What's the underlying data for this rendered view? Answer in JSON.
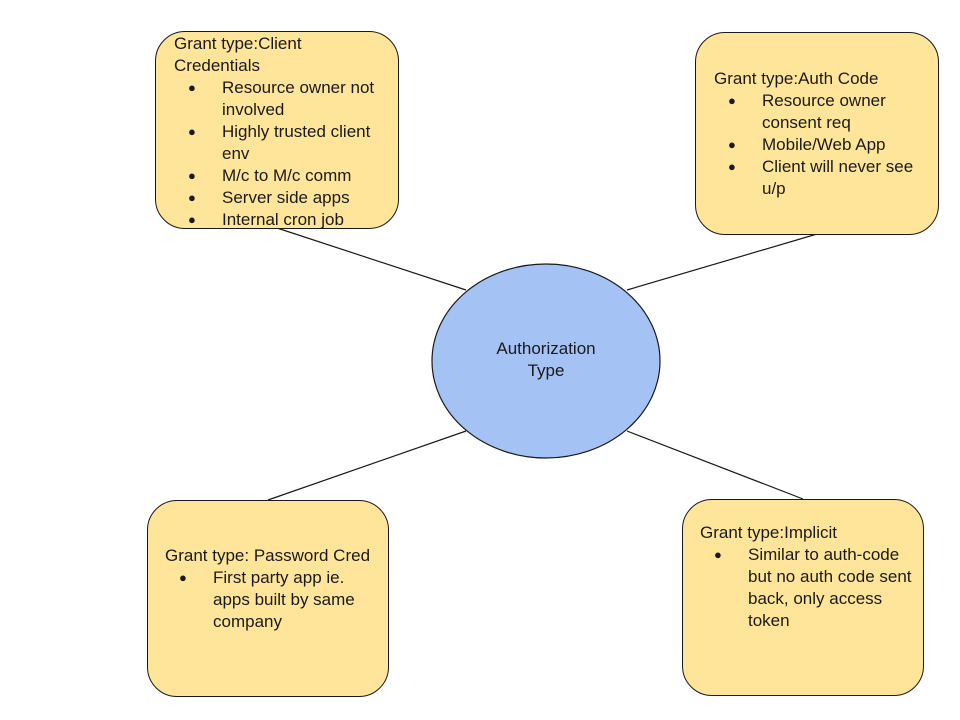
{
  "center": {
    "label_line1": "Authorization",
    "label_line2": "Type"
  },
  "boxes": {
    "client_credentials": {
      "title": "Grant type:Client Credentials",
      "items": [
        "Resource owner not involved",
        "Highly trusted client env",
        "M/c to M/c comm",
        "Server side apps",
        "Internal cron job"
      ]
    },
    "auth_code": {
      "title": "Grant type:Auth Code",
      "items": [
        "Resource owner consent req",
        "Mobile/Web App",
        "Client will never see u/p"
      ]
    },
    "password_cred": {
      "title": "Grant type: Password Cred",
      "items": [
        "First party app ie. apps built by same company"
      ]
    },
    "implicit": {
      "title": "Grant type:Implicit",
      "items": [
        "Similar to auth-code but no auth code sent back, only access token"
      ]
    }
  },
  "colors": {
    "box_fill": "#ffe599",
    "ellipse_fill": "#a4c2f4",
    "stroke": "#1a1a1a"
  }
}
